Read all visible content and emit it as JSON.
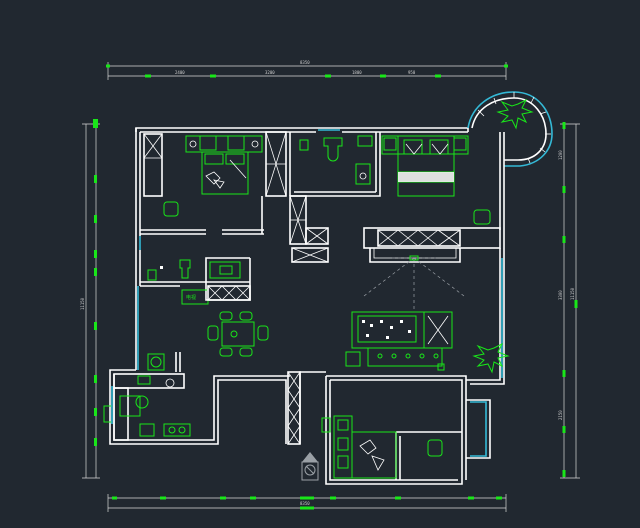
{
  "colors": {
    "background": "#212830",
    "wall": "#ffffff",
    "furniture": "#19e619",
    "window": "#34b9d6",
    "dimension": "#d8d8d8"
  },
  "labels": {
    "tv_unit": "电视"
  },
  "dims": {
    "top_total": "8350",
    "top_1": "2400",
    "top_2": "3200",
    "top_3": "1800",
    "top_4": "950",
    "bottom_total": "8350",
    "left_total": "11150",
    "right_total": "11150",
    "right_1": "1200",
    "right_2": "3300",
    "right_3": "2150"
  },
  "icons": [
    "compass-icon",
    "plant-icon",
    "bed-icon",
    "sofa-icon",
    "dining-table-icon",
    "toilet-icon",
    "stove-icon",
    "washing-machine-icon"
  ]
}
